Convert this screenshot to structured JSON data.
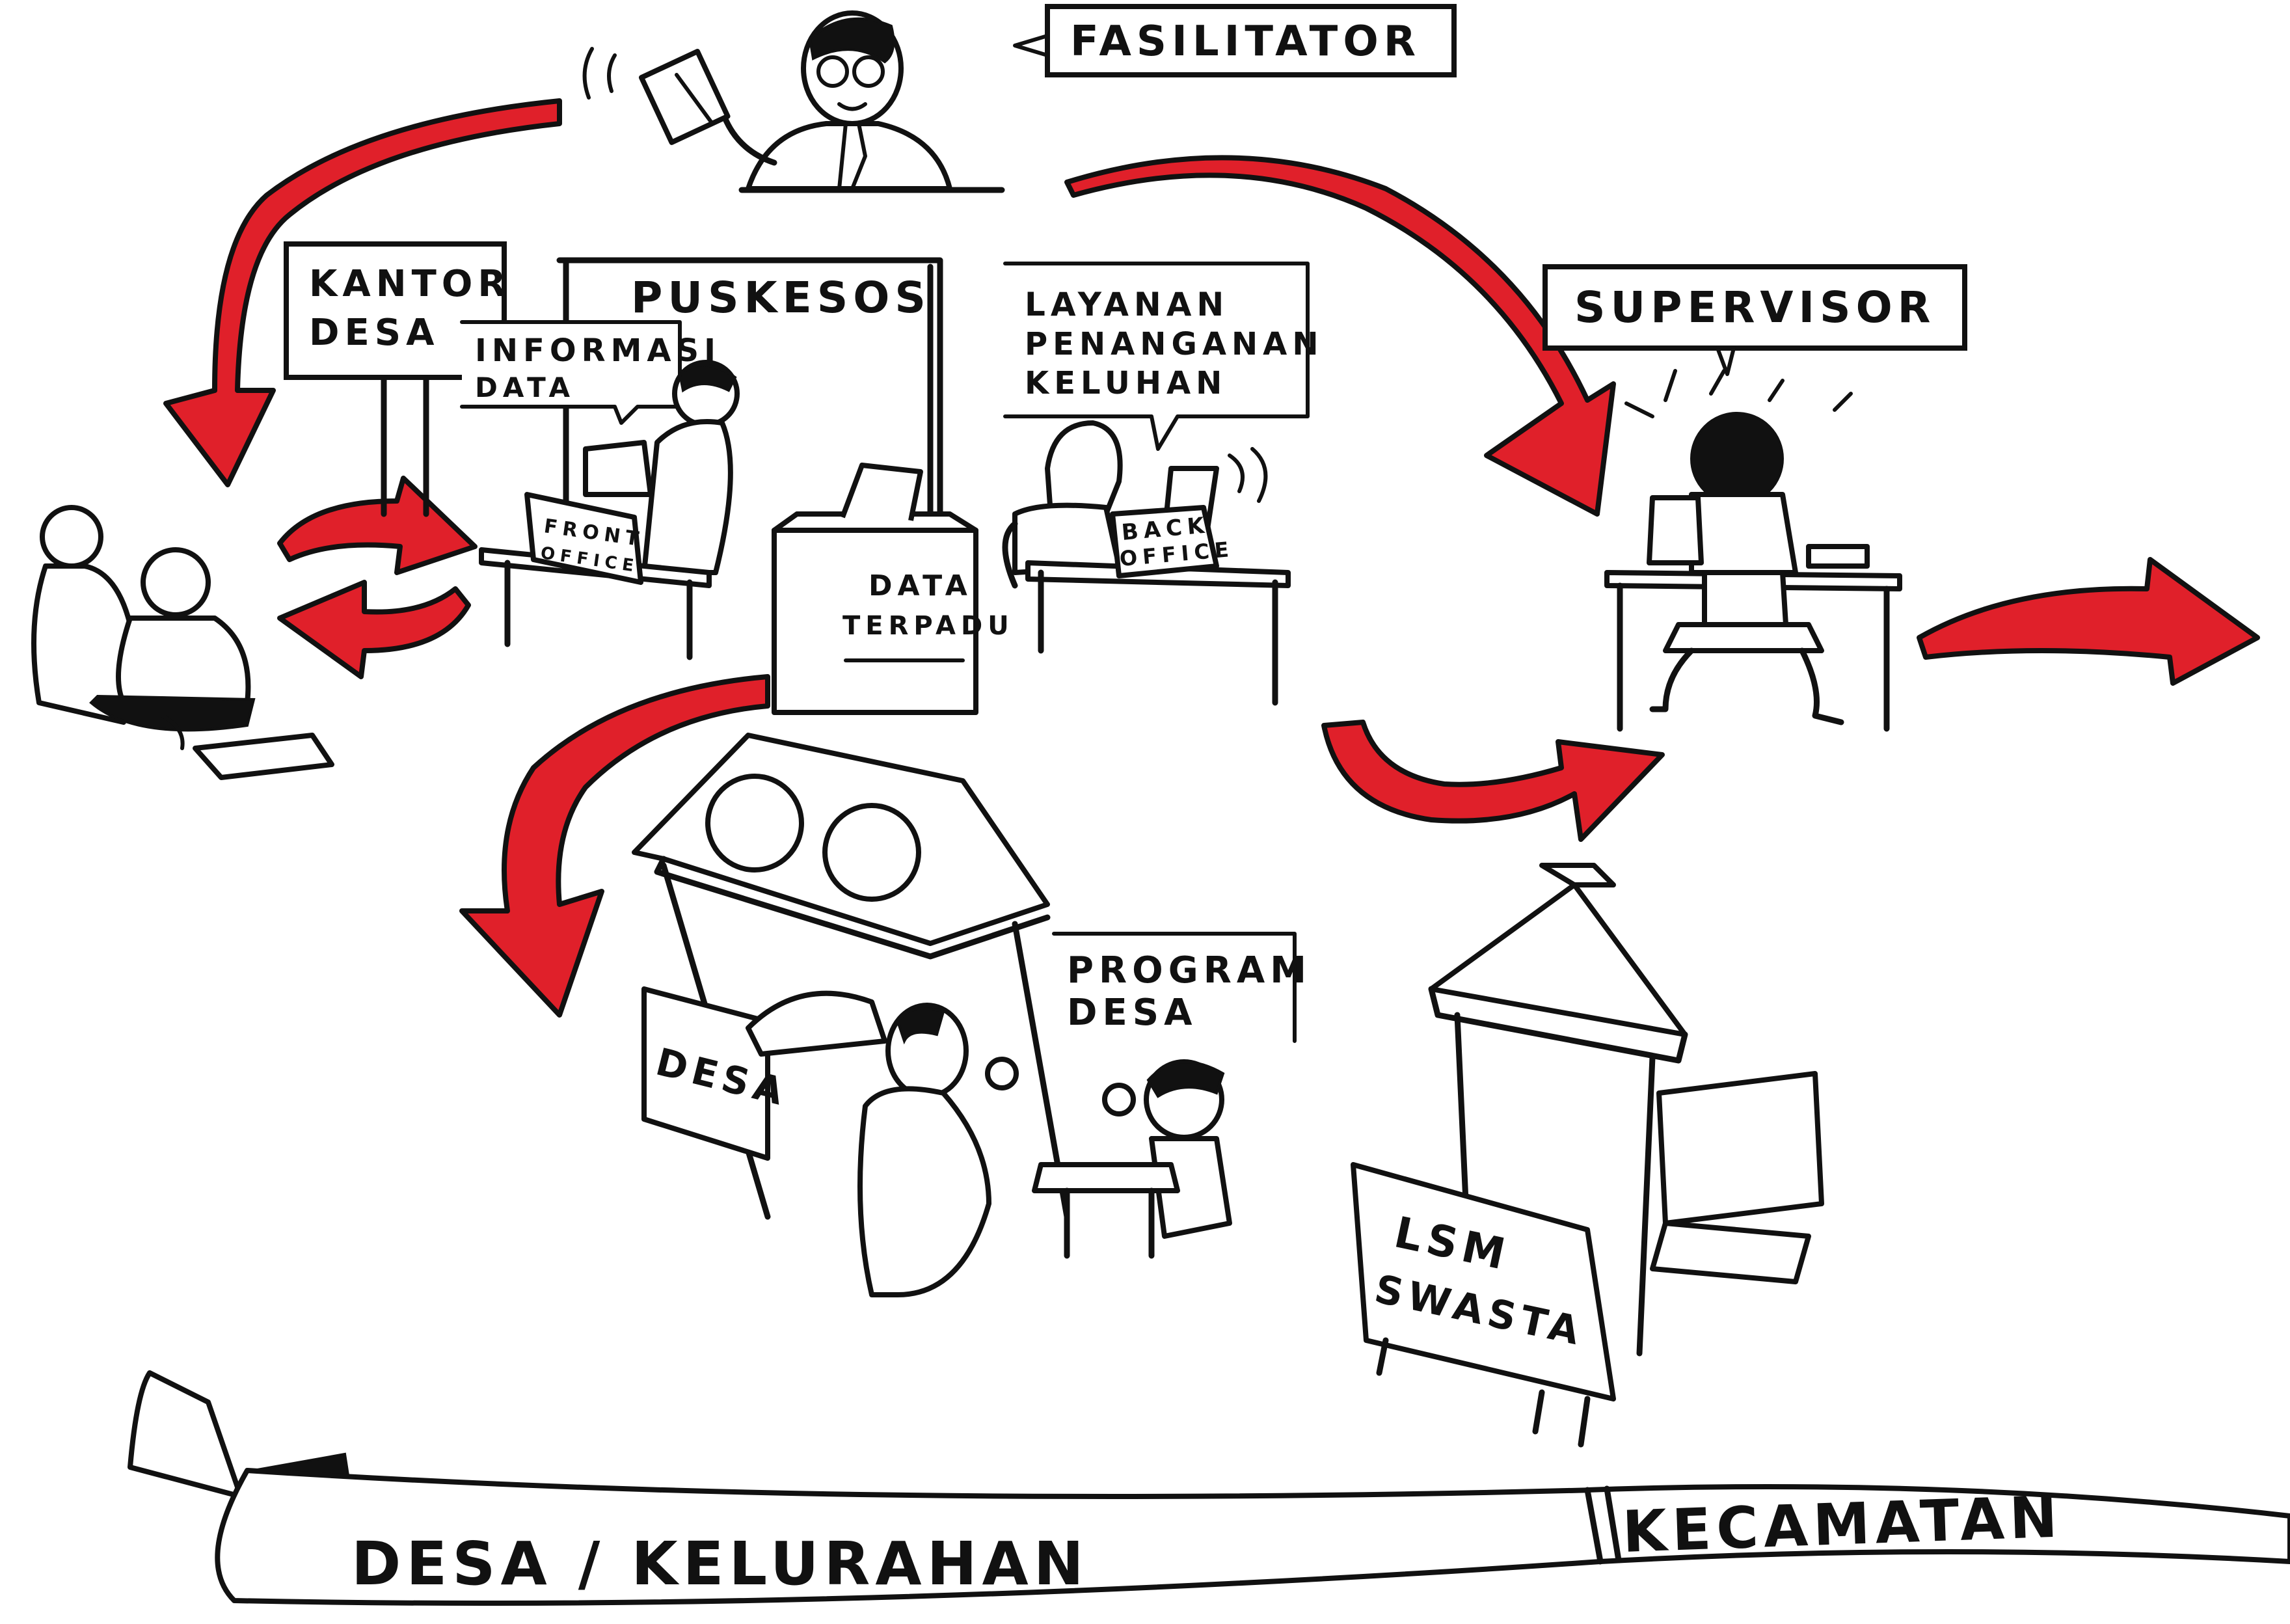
{
  "labels": {
    "fasilitator": "FASILITATOR",
    "kantor_desa_line1": "KANTOR",
    "kantor_desa_line2": "DESA",
    "puskesos": "PUSKESOS",
    "informasi_line1": "INFORMASI",
    "informasi_line2": "DATA",
    "front_office_line1": "FRONT",
    "front_office_line2": "OFFICE",
    "data_terpadu_line1": "DATA",
    "data_terpadu_line2": "TERPADU",
    "layanan_line1": "LAYANAN",
    "layanan_line2": "PENANGANAN",
    "layanan_line3": "KELUHAN",
    "back_office_line1": "BACK",
    "back_office_line2": "OFFICE",
    "supervisor": "SUPERVISOR",
    "desa_sign": "DESA",
    "program_desa_line1": "PROGRAM",
    "program_desa_line2": "DESA",
    "lsm_line1": "LSM",
    "lsm_line2": "SWASTA",
    "banner_left": "DESA / KELURAHAN",
    "banner_right": "KECAMATAN"
  },
  "colors": {
    "arrow_red": "#e0202a",
    "ink": "#111111",
    "paper": "#ffffff"
  },
  "icons": [
    "facilitator-person-icon",
    "tablet-icon",
    "elderly-couple-icon",
    "front-office-clerk-icon",
    "data-terminal-icon",
    "back-office-woman-icon",
    "supervisor-at-desk-icon",
    "village-stall-icon",
    "vendor-woman-icon",
    "child-icon",
    "lsm-kiosk-icon"
  ]
}
